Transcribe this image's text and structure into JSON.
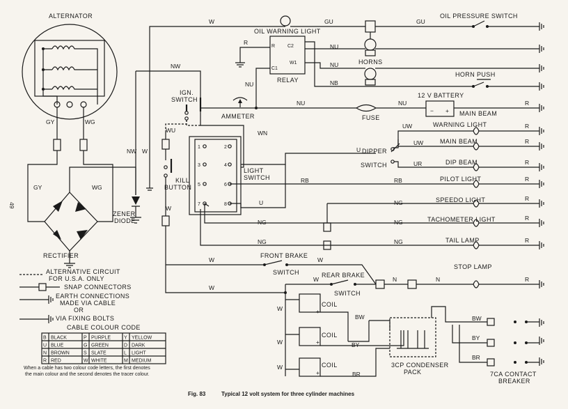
{
  "page_number": "49",
  "caption": {
    "fig": "Fig. 83",
    "text": "Typical 12 volt system for three cylinder machines"
  },
  "components": {
    "alternator": "ALTERNATOR",
    "oil_warning_light": "OIL WARNING LIGHT",
    "oil_pressure_switch": "OIL PRESSURE SWITCH",
    "horns": "HORNS",
    "horn_push": "HORN PUSH",
    "relay": "RELAY",
    "ign_switch_1": "IGN.",
    "ign_switch_2": "SWITCH",
    "ammeter": "AMMETER",
    "fuse": "FUSE",
    "battery": "12 V BATTERY",
    "main_beam_warning": "MAIN BEAM",
    "warning_light": "WARNING LIGHT",
    "main_beam": "MAIN BEAM",
    "dip_beam": "DIP BEAM",
    "pilot_light": "PILOT LIGHT",
    "speedo_light": "SPEEDO LIGHT",
    "tachometer_light": "TACHOMETER LIGHT",
    "tail_lamp": "TAIL LAMP",
    "stop_lamp": "STOP LAMP",
    "dipper_1": "DIPPER",
    "dipper_2": "SWITCH",
    "light_switch_1": "LIGHT",
    "light_switch_2": "SWITCH",
    "kill_1": "KILL",
    "kill_2": "BUTTON",
    "zener_1": "ZENER",
    "zener_2": "DIODE",
    "rectifier": "RECTIFIER",
    "front_brake_1": "FRONT BRAKE",
    "front_brake_2": "SWITCH",
    "rear_brake_1": "REAR BRAKE",
    "rear_brake_2": "SWITCH",
    "coil": "COIL",
    "condenser_1": "3CP CONDENSER",
    "condenser_2": "PACK",
    "contact_1": "7CA CONTACT",
    "contact_2": "BREAKER"
  },
  "terminals": {
    "relay_r": "R",
    "relay_c2": "C2",
    "relay_w1": "W1",
    "relay_c1": "C1",
    "ls1": "1",
    "ls2": "2",
    "ls3": "3",
    "ls4": "4",
    "ls5": "5",
    "ls6": "6",
    "ls7": "7",
    "ls8": "8",
    "plus": "+",
    "minus": "−"
  },
  "wire_codes": {
    "w": "W",
    "gu": "GU",
    "r": "R",
    "nu": "NU",
    "nb": "NB",
    "nw": "NW",
    "gy": "GY",
    "wg": "WG",
    "wu": "WU",
    "wn": "WN",
    "u": "U",
    "uw": "UW",
    "ur": "UR",
    "rb": "RB",
    "ng": "NG",
    "n": "N",
    "bw": "BW",
    "by": "BY",
    "br": "BR"
  },
  "legend": {
    "alt_1": "ALTERNATIVE CIRCUIT",
    "alt_2": "FOR U.S.A. ONLY",
    "snap": "SNAP CONNECTORS",
    "earth_1": "EARTH CONNECTIONS",
    "earth_2": "MADE VIA CABLE",
    "earth_3": "OR",
    "earth_4": "VIA FIXING BOLTS"
  },
  "cable_colour_code": {
    "title": "CABLE COLOUR CODE",
    "rows": [
      [
        {
          "code": "B",
          "name": "BLACK"
        },
        {
          "code": "P",
          "name": "PURPLE"
        },
        {
          "code": "Y",
          "name": "YELLOW"
        }
      ],
      [
        {
          "code": "U",
          "name": "BLUE"
        },
        {
          "code": "G",
          "name": "GREEN"
        },
        {
          "code": "D",
          "name": "DARK"
        }
      ],
      [
        {
          "code": "N",
          "name": "BROWN"
        },
        {
          "code": "S",
          "name": "SLATE"
        },
        {
          "code": "L",
          "name": "LIGHT"
        }
      ],
      [
        {
          "code": "R",
          "name": "RED"
        },
        {
          "code": "W",
          "name": "WHITE"
        },
        {
          "code": "M",
          "name": "MEDIUM"
        }
      ]
    ],
    "note_1": "When a cable has two colour code letters, the first denotes",
    "note_2": "the main colour and the second denotes the tracer colour."
  }
}
